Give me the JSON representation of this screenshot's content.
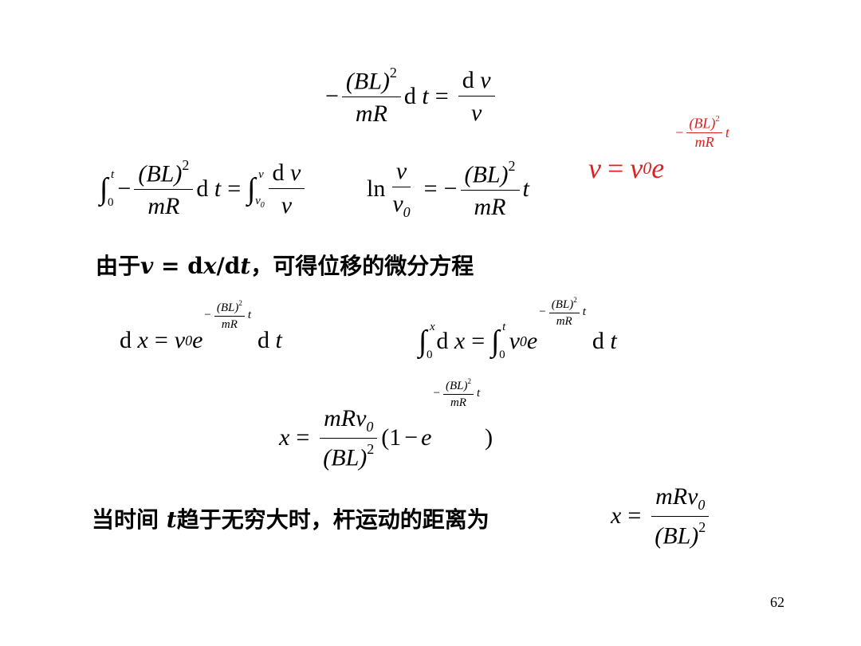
{
  "sym": {
    "bl": "(BL)",
    "two": "2",
    "mR": "mR",
    "minus": "−",
    "d": "d",
    "t": "t",
    "eq": "=",
    "v": "v",
    "zero": "0",
    "int": "∫",
    "ln": "ln",
    "e": "e",
    "x": "x",
    "mRv": "mRv",
    "open": "(1",
    "close": ")"
  },
  "text1": {
    "a": "由于",
    "v": "v",
    "b": " = d",
    "x": "x",
    "c": "/d",
    "t": "t",
    "d": "，可得位移的微分方程"
  },
  "text2": {
    "a": "当时间 ",
    "t": "t",
    "b": "趋于无穷大时，杆运动的距离为"
  },
  "page_number": "62",
  "colors": {
    "highlight": "#e02020"
  }
}
